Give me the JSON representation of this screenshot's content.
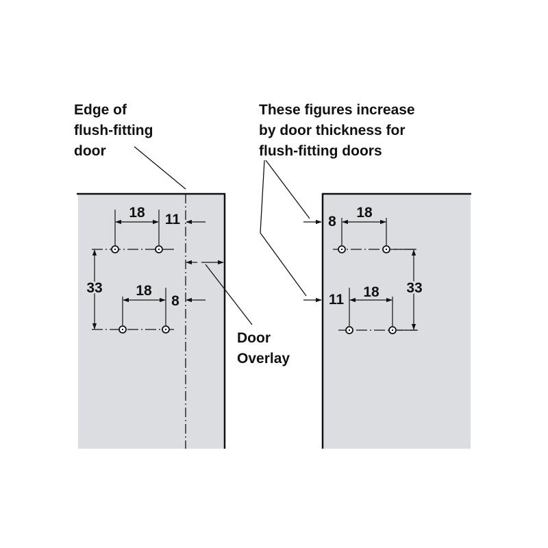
{
  "labels": {
    "edge_line1": "Edge of",
    "edge_line2": "flush-fitting",
    "edge_line3": "door",
    "note_line1": "These figures increase",
    "note_line2": "by door thickness for",
    "note_line3": "flush-fitting doors",
    "overlay_line1": "Door",
    "overlay_line2": "Overlay"
  },
  "dimensions": {
    "left_top_spacing": "18",
    "left_top_edge": "11",
    "left_vertical": "33",
    "left_bottom_spacing": "18",
    "left_bottom_edge": "8",
    "right_top_edge": "8",
    "right_top_spacing": "18",
    "right_vertical": "33",
    "right_bottom_edge": "11",
    "right_bottom_spacing": "18"
  },
  "colors": {
    "panel_fill": "#dcdde0",
    "line": "#111111"
  }
}
